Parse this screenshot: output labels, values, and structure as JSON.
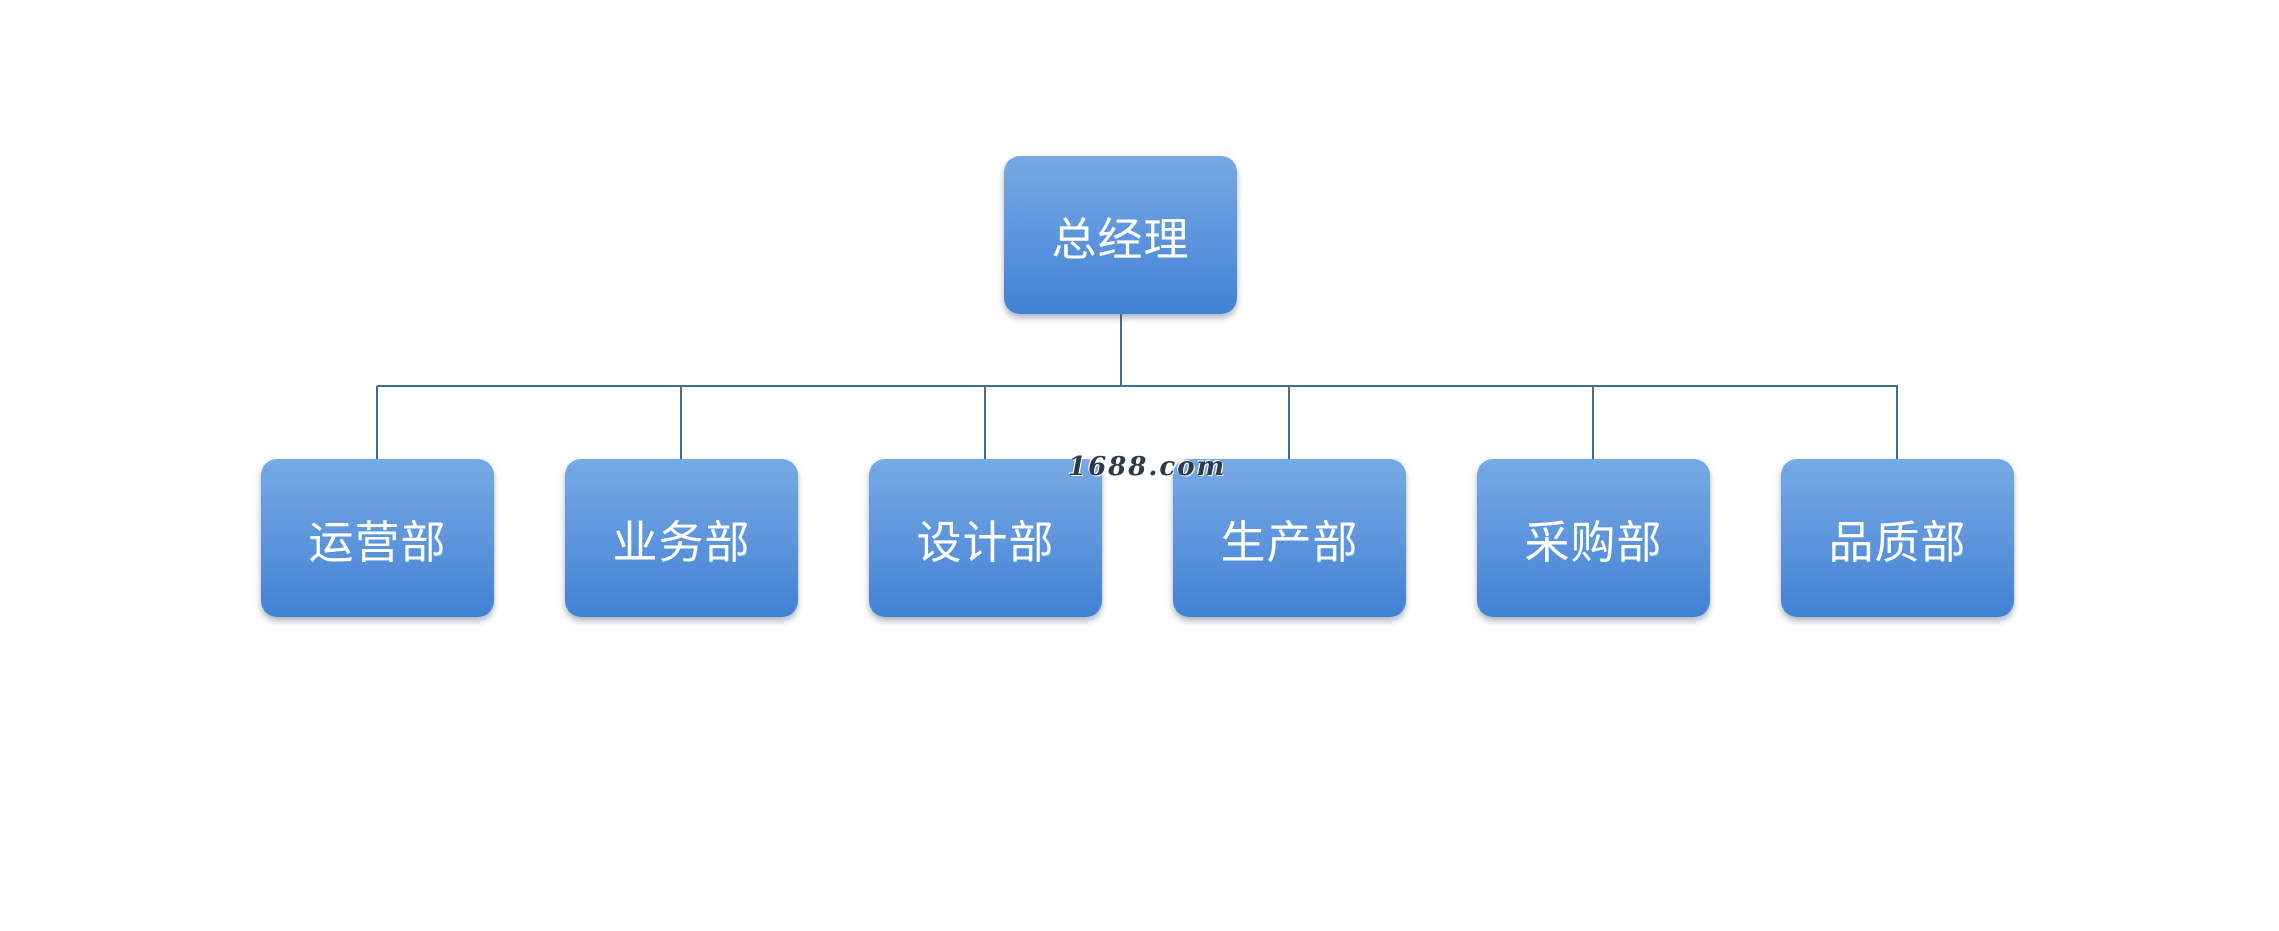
{
  "org_chart": {
    "root": {
      "label": "总经理"
    },
    "departments": [
      {
        "label": "运营部"
      },
      {
        "label": "业务部"
      },
      {
        "label": "设计部"
      },
      {
        "label": "生产部"
      },
      {
        "label": "采购部"
      },
      {
        "label": "品质部"
      }
    ]
  },
  "watermark": {
    "text": "1688.com"
  },
  "colors": {
    "node_fill": "#5b94dd",
    "node_text": "#ffffff",
    "connector": "#3f6f97"
  }
}
